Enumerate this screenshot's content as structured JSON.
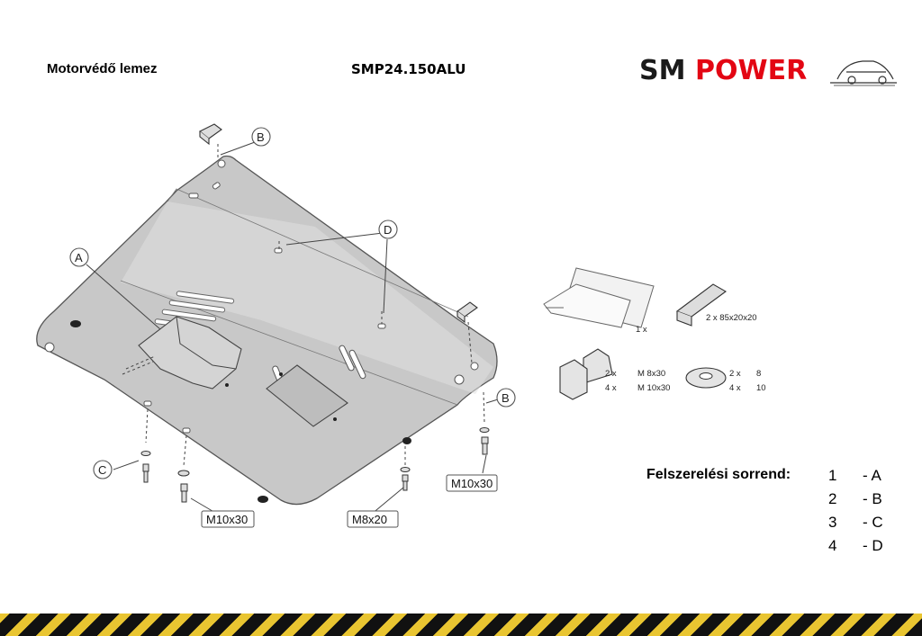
{
  "header": {
    "title": "Motorvédő lemez",
    "code": "SMP24.150ALU",
    "logo_sm": "SM",
    "logo_power": "POWER"
  },
  "callouts": {
    "a": "A",
    "b_top": "B",
    "b_right": "B",
    "c": "C",
    "d": "D"
  },
  "bolt_labels": {
    "left": "M10x30",
    "center": "M8x20",
    "right": "M10x30"
  },
  "parts": {
    "bracket_qty": "1 x",
    "clip_spec": "2 x  85x20x20",
    "bolt_qty_1": "2 x",
    "bolt_qty_2": "4 x",
    "bolt_size_1": "M 8x30",
    "bolt_size_2": "M 10x30",
    "washer_qty_1": "2 x",
    "washer_qty_2": "4 x",
    "washer_size_1": "8",
    "washer_size_2": "10"
  },
  "assembly_order": {
    "title": "Felszerelési sorrend:",
    "steps": [
      {
        "num": "1",
        "label": "- A"
      },
      {
        "num": "2",
        "label": "- B"
      },
      {
        "num": "3",
        "label": "- C"
      },
      {
        "num": "4",
        "label": "- D"
      }
    ]
  },
  "colors": {
    "logo_sm": "#1a1a1a",
    "logo_power": "#e30613",
    "plate_fill": "#c8c8c8",
    "plate_band": "#e2e2e2",
    "stripe_yellow": "#e9c531",
    "stripe_black": "#111111"
  }
}
